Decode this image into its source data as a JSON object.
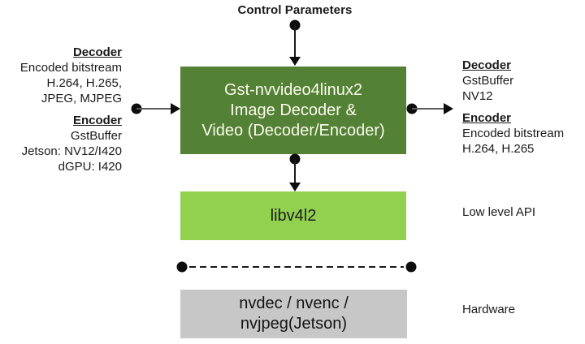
{
  "diagram": {
    "control_parameters_label": "Control Parameters",
    "left_block": {
      "decoder_heading": "Decoder",
      "decoder_lines": [
        "Encoded bitstream",
        "H.264, H.265,",
        "JPEG, MJPEG"
      ],
      "encoder_heading": "Encoder",
      "encoder_lines": [
        "GstBuffer",
        "Jetson: NV12/I420",
        "dGPU: I420"
      ]
    },
    "main_box": {
      "lines": [
        "Gst-nvvideo4linux2",
        "Image Decoder &",
        "Video (Decoder/Encoder)"
      ],
      "color": "#538135",
      "text_color": "#FBFAEC"
    },
    "right_block": {
      "decoder_heading": "Decoder",
      "decoder_lines": [
        "GstBuffer",
        "NV12"
      ],
      "encoder_heading": "Encoder",
      "encoder_lines": [
        "Encoded bitstream",
        "H.264, H.265"
      ]
    },
    "libv4l2_box": {
      "label": "libv4l2",
      "color": "#92D050"
    },
    "hardware_box": {
      "lines": [
        "nvdec / nvenc /",
        "nvjpeg(Jetson)"
      ],
      "color": "#C7C7C7"
    },
    "side_labels": {
      "low_level_api": "Low level API",
      "hardware": "Hardware"
    }
  }
}
